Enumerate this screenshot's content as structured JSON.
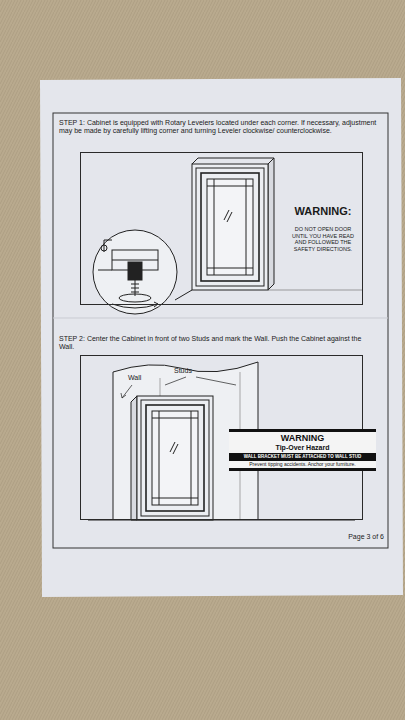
{
  "diagram": {
    "nodes": [
      {
        "text": [
          "STEP 1: Cabinet is equipped with Rotary Levelers located under each corner. If necessary, adjustment may be made by carefully lifting corner and turning Leveler clockwise/ counterclockwise."
        ]
      },
      {
        "text": [
          "STEP 2: Center the Cabinet in front of two Studs and mark the Wall. Push the Cabinet against the Wall."
        ]
      },
      {
        "text": [
          "WARNING",
          "Tip-Over Hazard",
          "WALL BRACKET MUST BE ATTACHED TO WALL STUD",
          "Prevent tipping accidents. Anchor your furniture."
        ],
        "in": 1
      }
    ],
    "labels": [
      "WARNING:",
      "DO NOT OPEN DOOR UNTIL YOU HAVE READ AND FOLLOWED THE SAFETY DIRECTIONS.",
      "Wall",
      "Studs",
      "Page 3 of 6"
    ]
  }
}
